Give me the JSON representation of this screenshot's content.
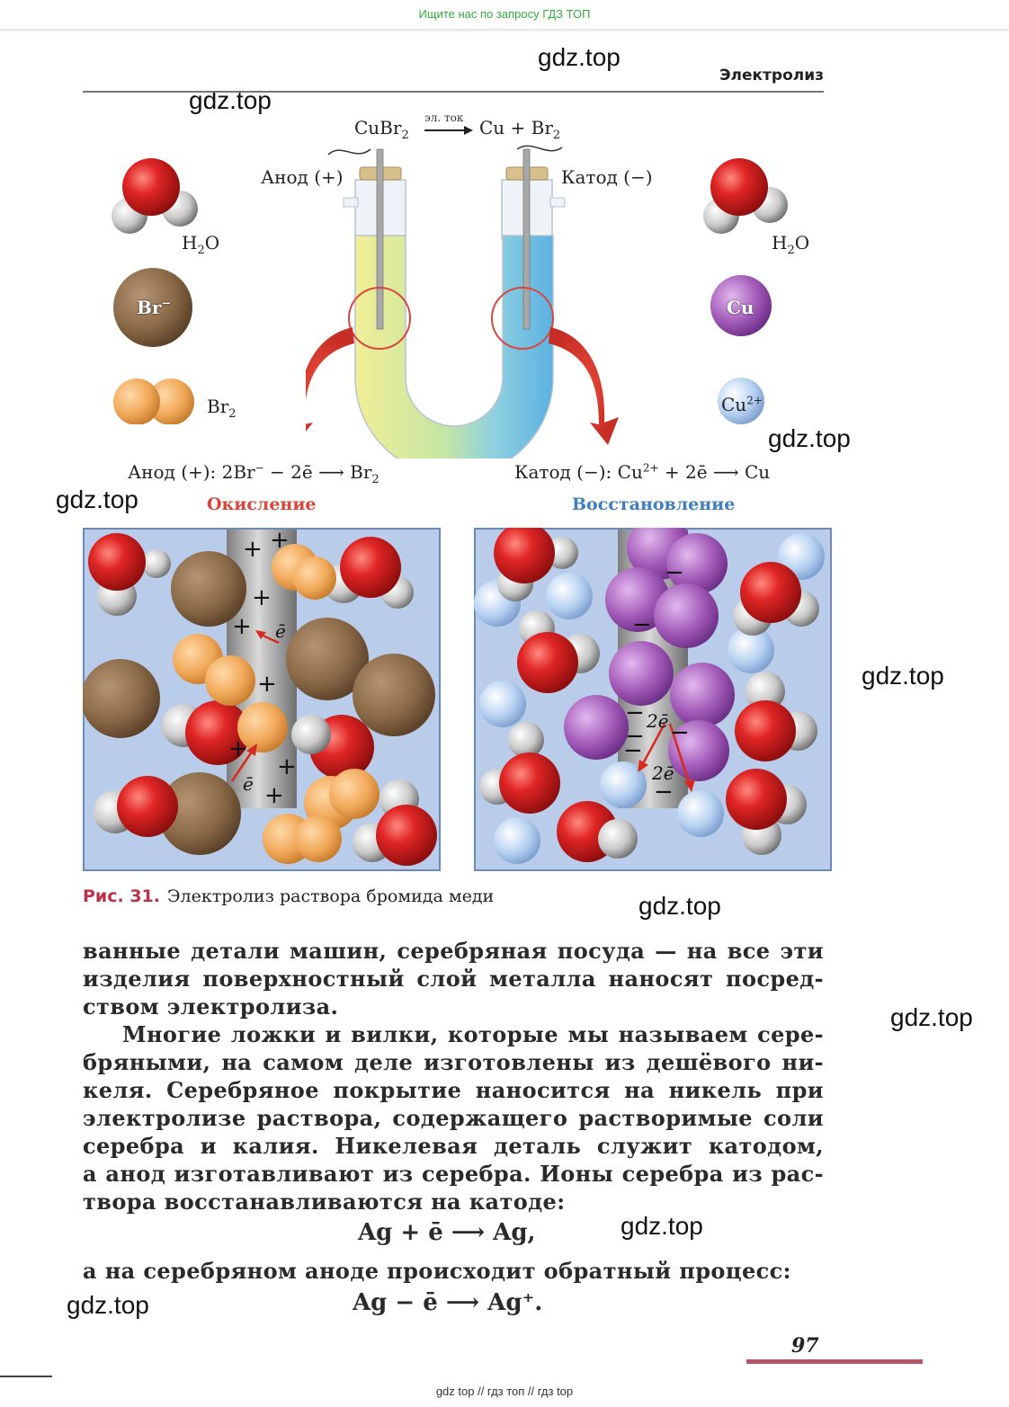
{
  "top_banner": "Ищите нас по запросу ГДЗ ТОП",
  "watermark": "gdz.top",
  "section_title": "Электролиз",
  "figure": {
    "reaction": {
      "left": "CuBr",
      "left_sub": "2",
      "arrow_label": "эл. ток",
      "right": "Cu + Br",
      "right_sub": "2"
    },
    "anode_label": "Анод (+)",
    "cathode_label": "Катод (−)",
    "left_legend": [
      {
        "label": "H",
        "sub": "2",
        "tail": "O",
        "icon": "water-molecule-icon"
      },
      {
        "label": "Br",
        "sup": "−",
        "icon": "bromide-ion-icon"
      },
      {
        "label": "Br",
        "sub": "2",
        "icon": "bromine-molecule-icon"
      }
    ],
    "right_legend": [
      {
        "label": "H",
        "sub": "2",
        "tail": "O",
        "icon": "water-molecule-icon"
      },
      {
        "label": "Cu",
        "icon": "copper-atom-icon"
      },
      {
        "label": "Cu",
        "sup": "2+",
        "icon": "copper-ion-icon"
      }
    ],
    "anode_equation": {
      "prefix": "Анод (+): 2Br",
      "sup": "−",
      "mid": " − 2ē ",
      "product": " Br",
      "sub": "2"
    },
    "cathode_equation": {
      "prefix": "Катод (−): Cu",
      "sup": "2+",
      "mid": " + 2ē ",
      "product": " Cu"
    },
    "oxidation": "Окисление",
    "reduction": "Восстановление",
    "electron_label": "ē",
    "two_electron_label": "2ē",
    "plus_sign": "+",
    "minus_sign": "−",
    "caption_num": "Рис. 31.",
    "caption_text": "Электролиз раствора бромида меди"
  },
  "body": {
    "para1": [
      "ванные детали машин, серебряная посуда — на все эти",
      "изделия поверхностный слой металла наносят посред-",
      "ством электролиза."
    ],
    "para2": [
      "Многие ложки и вилки, которые мы называем сере-",
      "бряными, на самом деле изготовлены из дешёвого ни-",
      "келя. Серебряное покрытие наносится на никель при",
      "электролизе раствора, содержащего растворимые соли",
      "серебра и калия. Никелевая деталь служит катодом,",
      "а анод изготавливают из серебра. Ионы серебра из рас-",
      "твора восстанавливаются на катоде:"
    ],
    "eq1": "Ag + ē ⟶ Ag,",
    "para3": "а на серебряном аноде происходит обратный процесс:",
    "eq2": "Ag − ē ⟶ Ag⁺."
  },
  "page_number": "97",
  "footer": "gdz top  //  гдз топ  //  гдз top",
  "colors": {
    "banner": "#2fae3c",
    "accent_red": "#d9463e",
    "accent_blue": "#3f7fc0",
    "caption_num": "#b9324a",
    "panel_bg": "#b9cce9"
  }
}
